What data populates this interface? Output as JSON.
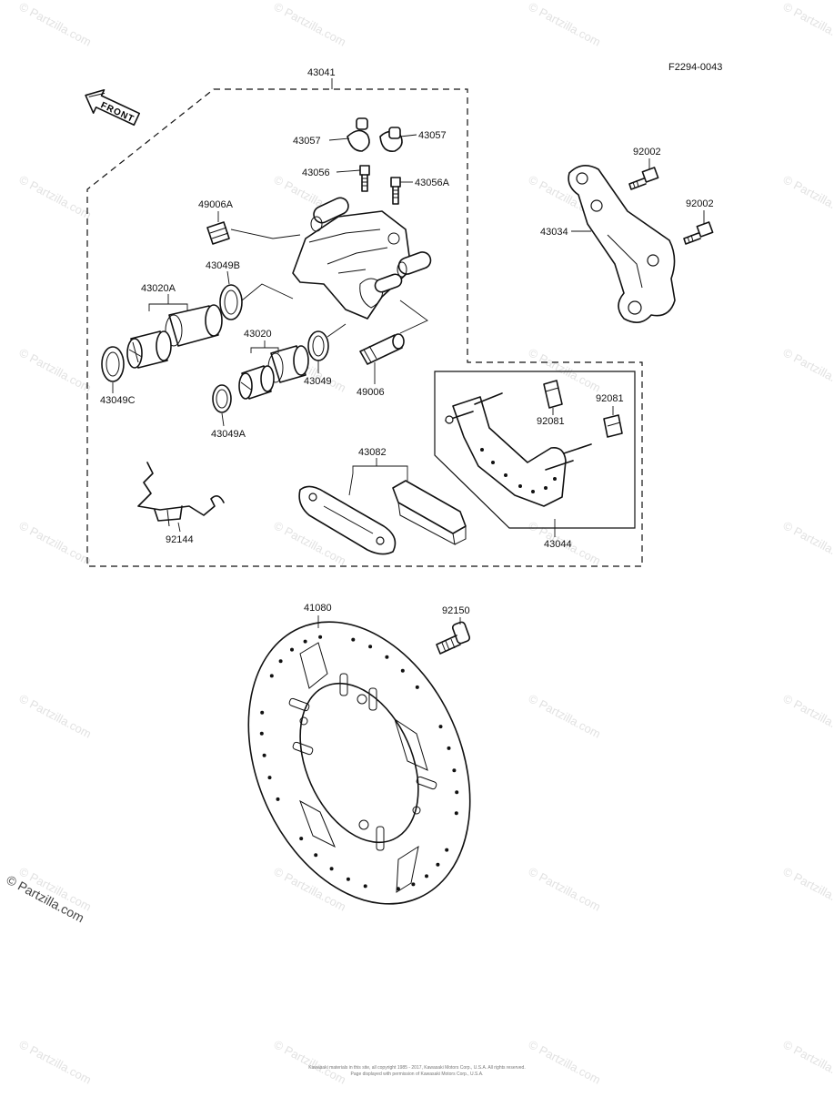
{
  "diagram_code": "F2294-0043",
  "front_label": "FRONT",
  "watermark": "© Partzilla.com",
  "copyright": "© Partzilla.com",
  "footer": {
    "line1": "Kawasaki materials in this site, all copyright 1985 - 2017, Kawasaki Motors Corp., U.S.A. All rights reserved.",
    "line2": "Page displayed with permission of Kawasaki Motors Corp., U.S.A."
  },
  "parts": {
    "p43041": "43041",
    "p43057a": "43057",
    "p43057b": "43057",
    "p43056": "43056",
    "p43056A": "43056A",
    "p49006A": "49006A",
    "p43049B": "43049B",
    "p43020A": "43020A",
    "p43020": "43020",
    "p43049": "43049",
    "p49006": "49006",
    "p43049C": "43049C",
    "p43049A": "43049A",
    "p92002a": "92002",
    "p92002b": "92002",
    "p43034": "43034",
    "p92081a": "92081",
    "p92081b": "92081",
    "p43044": "43044",
    "p43082": "43082",
    "p92144": "92144",
    "p41080": "41080",
    "p92150": "92150"
  }
}
